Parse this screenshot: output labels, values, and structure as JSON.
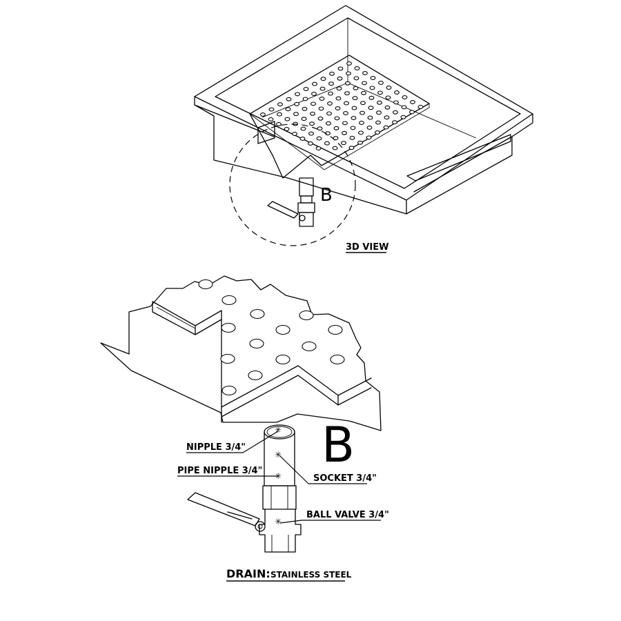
{
  "view_title": "3D VIEW",
  "detail_marker": "B",
  "detail_title": "B",
  "labels": {
    "nipple": "NIPPLE 3/4\"",
    "pipe_nipple": "PIPE NIPPLE 3/4\"",
    "socket": "SOCKET 3/4\"",
    "ball_valve": "BALL VALVE 3/4\""
  },
  "caption": {
    "main": "DRAIN:",
    "sub": "STAINLESS STEEL"
  }
}
